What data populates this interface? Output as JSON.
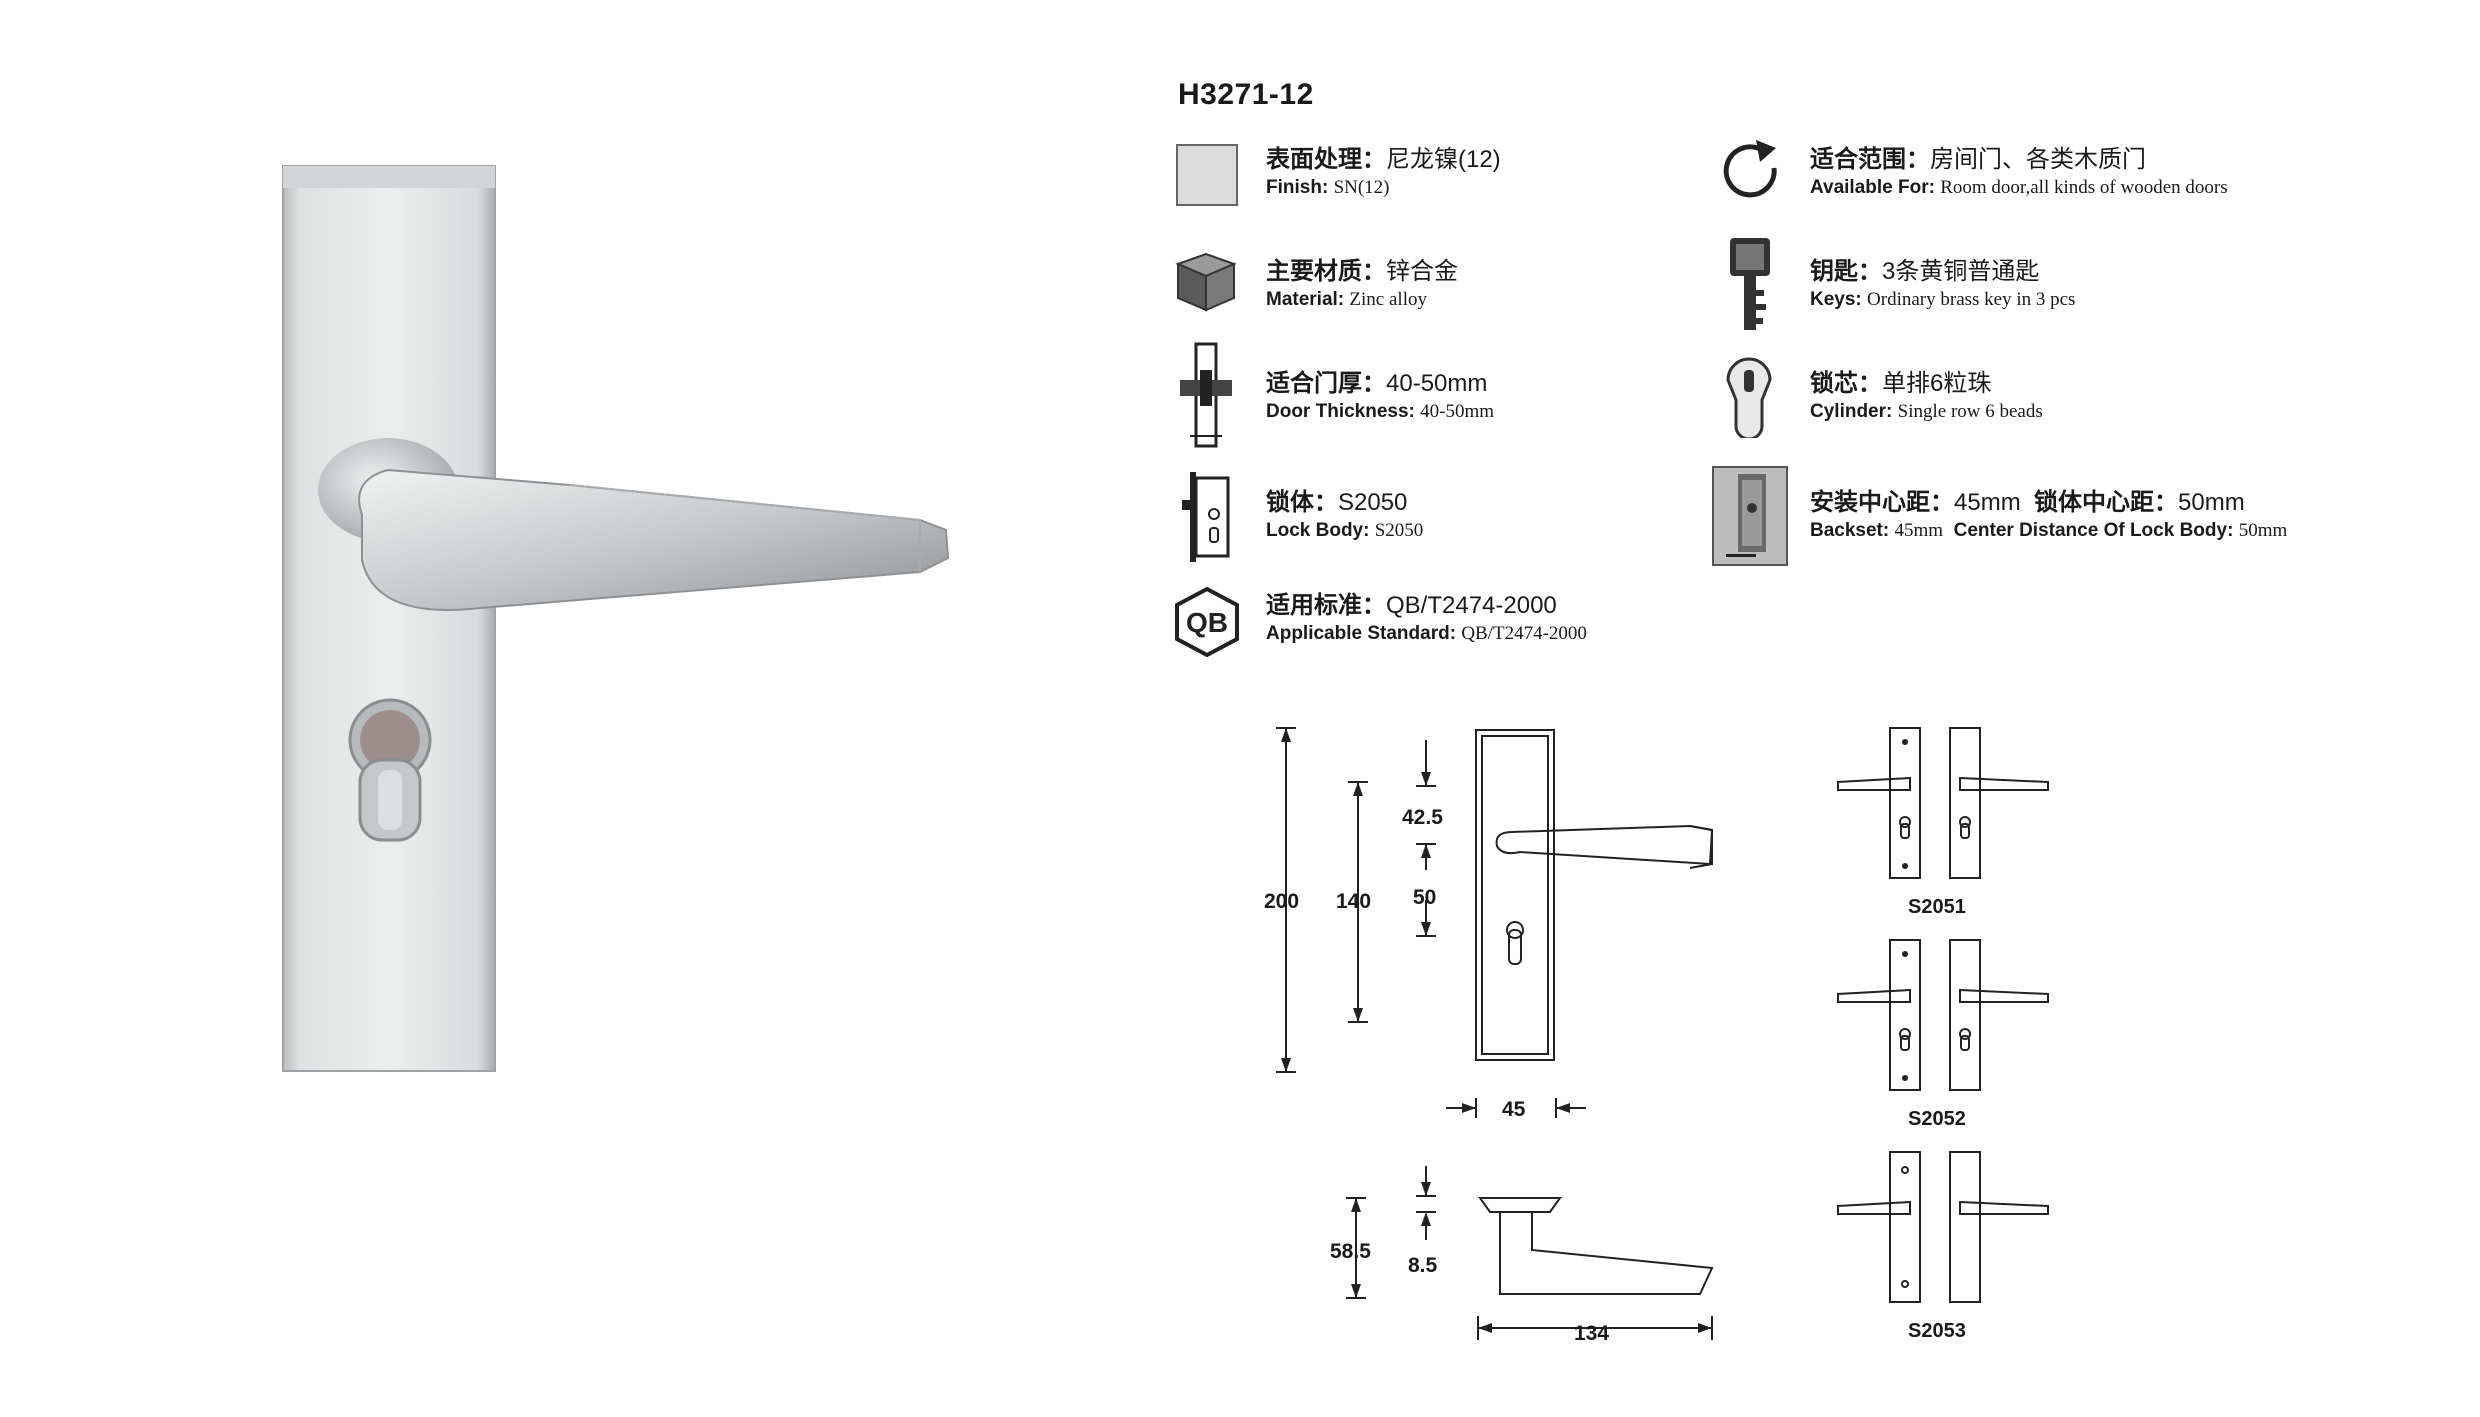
{
  "product": {
    "model": "H3271-12"
  },
  "specs_left": [
    {
      "cn_label": "表面处理：",
      "cn_value": "尼龙镍(12)",
      "en_label": "Finish:",
      "en_value": "SN(12)",
      "icon": "finish-swatch-icon"
    },
    {
      "cn_label": "主要材质：",
      "cn_value": "锌合金",
      "en_label": "Material:",
      "en_value": "Zinc alloy",
      "icon": "cube-icon"
    },
    {
      "cn_label": "适合门厚：",
      "cn_value": "40-50mm",
      "en_label": "Door Thickness:",
      "en_value": "40-50mm",
      "icon": "door-thickness-icon"
    },
    {
      "cn_label": "锁体：",
      "cn_value": "S2050",
      "en_label": "Lock Body:",
      "en_value": "S2050",
      "icon": "lock-body-icon"
    },
    {
      "cn_label": "适用标准：",
      "cn_value": "QB/T2474-2000",
      "en_label": "Applicable Standard:",
      "en_value": "QB/T2474-2000",
      "icon": "qb-standard-icon"
    }
  ],
  "specs_right": [
    {
      "cn_label": "适合范围：",
      "cn_value": "房间门、各类木质门",
      "en_label": "Available For:",
      "en_value": "Room door,all kinds of wooden doors",
      "icon": "rotate-arrow-icon"
    },
    {
      "cn_label": "钥匙：",
      "cn_value": "3条黄铜普通匙",
      "en_label": "Keys:",
      "en_value": "Ordinary brass key in 3 pcs",
      "icon": "key-icon"
    },
    {
      "cn_label": "锁芯：",
      "cn_value": "单排6粒珠",
      "en_label": "Cylinder:",
      "en_value": "Single row 6 beads",
      "icon": "cylinder-icon"
    },
    {
      "cn_label": "安装中心距：",
      "cn_value": "45mm",
      "cn_label2": "锁体中心距：",
      "cn_value2": "50mm",
      "en_label": "Backset:",
      "en_value": "45mm",
      "en_label2": "Center Distance Of Lock Body:",
      "en_value2": "50mm",
      "icon": "backset-photo-icon"
    }
  ],
  "dimensions": {
    "height_total": "200",
    "height_inner": "140",
    "top_offset": "42.5",
    "center_distance": "50",
    "backset": "45",
    "lever_height": "58.5",
    "rose_thickness": "8.5",
    "lever_length": "134"
  },
  "variants": [
    "S2051",
    "S2052",
    "S2053"
  ],
  "colors": {
    "plate_light": "#e4e6e7",
    "plate_mid": "#c9ccce",
    "plate_dark": "#9fa3a6",
    "text": "#1a1a1a"
  }
}
